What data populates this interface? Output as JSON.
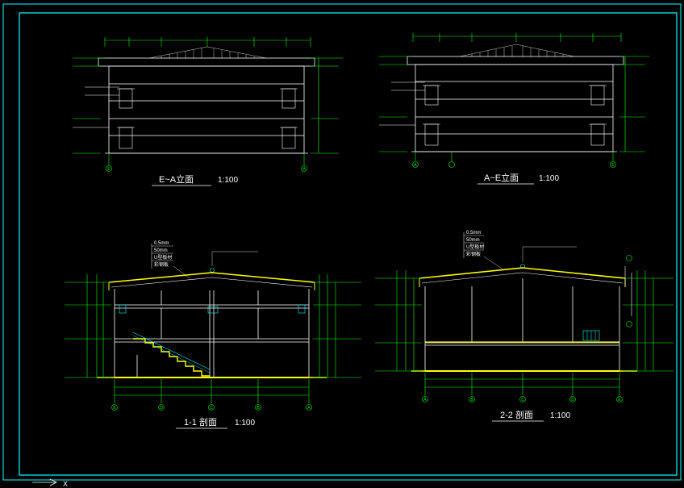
{
  "colors": {
    "background": "#000000",
    "frame": "#00ffff",
    "outline": "#ffffff",
    "dimension": "#00ff00",
    "section_cut": "#ffff00",
    "annotation": "#ff00ff",
    "label": "#ffffff"
  },
  "drawings": {
    "elev_top_left": {
      "title": "E~A立面",
      "scale": "1:100"
    },
    "elev_top_right": {
      "title": "A~E立面",
      "scale": "1:100"
    },
    "sect_bottom_left": {
      "title": "1-1 剖面",
      "scale": "1:100"
    },
    "sect_bottom_right": {
      "title": "2-2 剖面",
      "scale": "1:100"
    }
  },
  "section_notes": {
    "left": [
      "0.5mm",
      "50mm",
      "U型板材",
      "彩钢板"
    ],
    "right": [
      "0.5mm",
      "50mm",
      "U型板材",
      "彩钢板"
    ]
  },
  "grid_axes": {
    "elev_left": [
      "E",
      "A"
    ],
    "elev_right": [
      "A",
      "E"
    ],
    "sect_left": [
      "E",
      "D",
      "C",
      "B",
      "A"
    ],
    "sect_right": [
      "A",
      "B",
      "C",
      "D",
      "E"
    ]
  },
  "ucs_icon": {
    "label": "X"
  }
}
